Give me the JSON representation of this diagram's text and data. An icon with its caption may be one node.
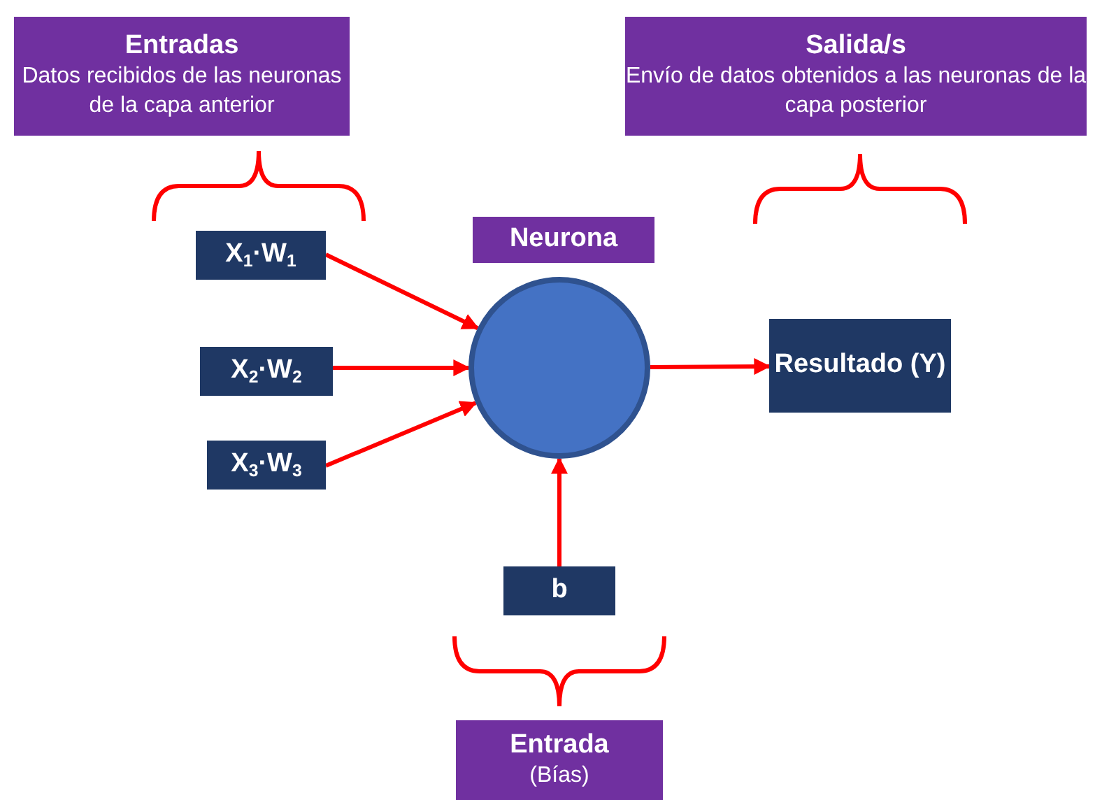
{
  "diagram": {
    "nodes": [
      {
        "text": [
          "Entradas",
          "Datos recibidos de las neuronas de la capa anterior"
        ]
      },
      {
        "text": [
          "Salida/s",
          "Envío de datos obtenidos  a las neuronas de la capa posterior"
        ]
      },
      {
        "text": [
          "X$_{1}$·W$_{1}$"
        ]
      },
      {
        "text": [
          "X$_{2}$·W$_{2}$"
        ]
      },
      {
        "text": [
          "X$_{3}$·W$_{3}$"
        ]
      },
      {
        "text": [
          "Neurona"
        ]
      },
      {
        "text": [],
        "shape": "circle"
      },
      {
        "text": [
          "Resultado (Y)"
        ]
      },
      {
        "text": [
          "b"
        ]
      },
      {
        "text": [
          "Entrada",
          "(Bías)"
        ]
      }
    ],
    "edges": [
      {
        "from": 2,
        "to": 6,
        "arrow": "to"
      },
      {
        "from": 3,
        "to": 6,
        "arrow": "to"
      },
      {
        "from": 4,
        "to": 6,
        "arrow": "to"
      },
      {
        "from": 6,
        "to": 7,
        "arrow": "to"
      },
      {
        "from": 8,
        "to": 6,
        "arrow": "to"
      }
    ]
  }
}
